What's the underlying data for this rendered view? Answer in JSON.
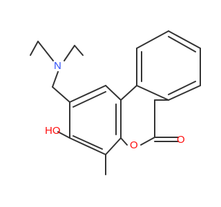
{
  "molecule": {
    "atoms": {
      "nitrogen": "N",
      "ring_oxygen": "O",
      "carbonyl_oxygen": "O",
      "hydroxyl": "HO"
    },
    "colors": {
      "bond": "#333333",
      "oxygen": "#ff0d0d",
      "nitrogen": "#3050f8",
      "background": "#ffffff"
    }
  }
}
